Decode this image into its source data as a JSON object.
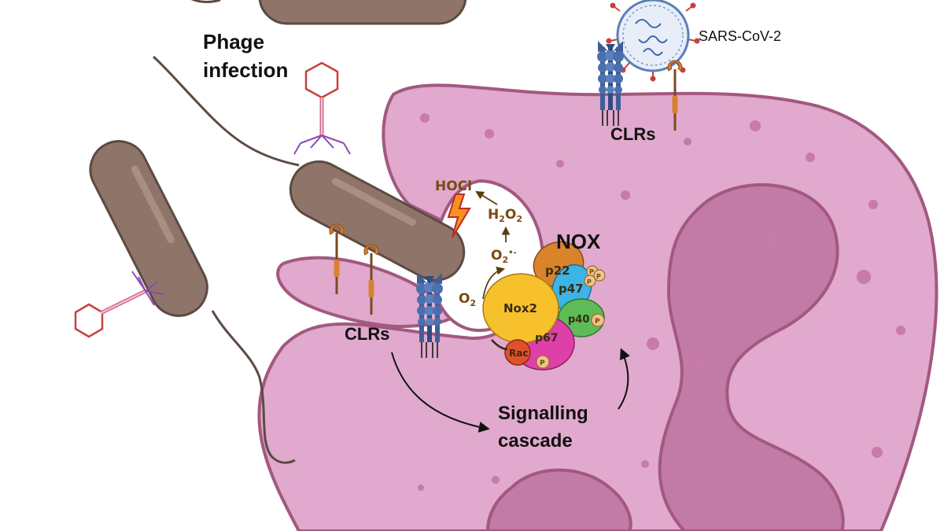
{
  "labels": {
    "phage_line1": "Phage",
    "phage_line2": "infection",
    "sars": "SARS-CoV-2",
    "clrs_top": "CLRs",
    "clrs_left": "CLRs",
    "nox": "NOX",
    "signalling_line1": "Signalling",
    "signalling_line2": "cascade"
  },
  "chemicals": {
    "hocl": "HOCl",
    "h2o2_h": "H",
    "h2o2_2a": "2",
    "h2o2_o": "O",
    "h2o2_2b": "2",
    "superoxide_o": "O",
    "superoxide_sub": "2",
    "superoxide_sup": "•-",
    "o2_o": "O",
    "o2_sub": "2"
  },
  "nox_subunits": {
    "p22": "p22",
    "p47": "p47",
    "nox2": "Nox2",
    "p40": "p40",
    "p67": "p67",
    "rac": "Rac",
    "phospho": "P"
  },
  "colors": {
    "cell_fill": "#e0a9cd",
    "cell_stroke": "#a2587f",
    "nucleus_fill": "#c27ba6",
    "bacterium_fill": "#8f7469",
    "bacterium_stroke": "#5e4a43",
    "receptor_blue": "#3d5f9a",
    "nox2_yellow": "#f6c12c",
    "p22_orange": "#d9832a",
    "p47_cyan": "#3cb4e6",
    "p40_green": "#5dbb58",
    "p67_magenta": "#df3fa8",
    "rac_red": "#e0502d",
    "phage_outline": "#c8403a"
  }
}
